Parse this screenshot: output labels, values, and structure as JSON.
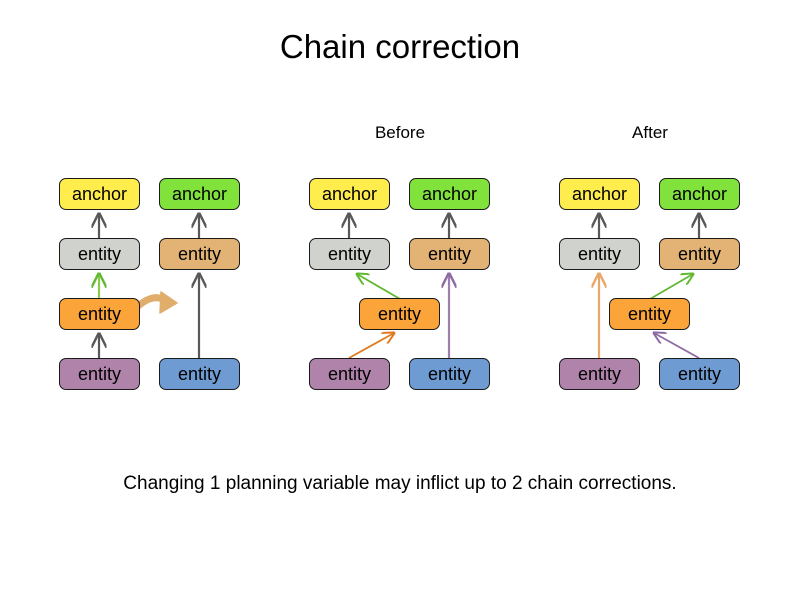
{
  "slide": {
    "title": "Chain correction",
    "caption": "Changing 1 planning variable may inflict up to 2 chain corrections.",
    "background_color": "#ffffff"
  },
  "labels": {
    "before": "Before",
    "after": "After"
  },
  "node_labels": {
    "anchor": "anchor",
    "entity": "entity"
  },
  "colors": {
    "anchor_yellow": "#ffec4d",
    "anchor_green": "#80e23b",
    "entity_gray": "#d0d3cd",
    "entity_tan": "#e3b376",
    "entity_orange": "#fba439",
    "entity_purple": "#b083ab",
    "entity_blue": "#6e9bd2",
    "edge_default": "#595959",
    "edge_green": "#63b832",
    "edge_orange_dark": "#e07b1e",
    "edge_orange_light": "#e8a768",
    "edge_purple": "#8d6aa0",
    "move_arrow": "#e0ad6b",
    "node_border": "#1a1a1a",
    "text": "#000000"
  },
  "panels": [
    {
      "name": "initial",
      "label": "",
      "nodes": [
        {
          "id": "p1-anchor-yellow",
          "type": "anchor",
          "color": "anchor_yellow",
          "label": "anchor"
        },
        {
          "id": "p1-anchor-green",
          "type": "anchor",
          "color": "anchor_green",
          "label": "anchor"
        },
        {
          "id": "p1-entity-gray",
          "type": "entity",
          "color": "entity_gray",
          "label": "entity"
        },
        {
          "id": "p1-entity-tan",
          "type": "entity",
          "color": "entity_tan",
          "label": "entity"
        },
        {
          "id": "p1-entity-orange",
          "type": "entity",
          "color": "entity_orange",
          "label": "entity"
        },
        {
          "id": "p1-entity-purple",
          "type": "entity",
          "color": "entity_purple",
          "label": "entity"
        },
        {
          "id": "p1-entity-blue",
          "type": "entity",
          "color": "entity_blue",
          "label": "entity"
        }
      ],
      "edges": [
        {
          "from": "p1-entity-gray",
          "to": "p1-anchor-yellow",
          "color": "edge_default"
        },
        {
          "from": "p1-entity-tan",
          "to": "p1-anchor-green",
          "color": "edge_default"
        },
        {
          "from": "p1-entity-orange",
          "to": "p1-entity-gray",
          "color": "edge_green"
        },
        {
          "from": "p1-entity-purple",
          "to": "p1-entity-orange",
          "color": "edge_default"
        },
        {
          "from": "p1-entity-blue",
          "to": "p1-entity-tan",
          "color": "edge_default"
        }
      ],
      "move_arrow": {
        "from": "p1-entity-orange",
        "direction": "right",
        "color": "move_arrow"
      }
    },
    {
      "name": "before",
      "label": "Before",
      "nodes": [
        {
          "id": "p2-anchor-yellow",
          "type": "anchor",
          "color": "anchor_yellow",
          "label": "anchor"
        },
        {
          "id": "p2-anchor-green",
          "type": "anchor",
          "color": "anchor_green",
          "label": "anchor"
        },
        {
          "id": "p2-entity-gray",
          "type": "entity",
          "color": "entity_gray",
          "label": "entity"
        },
        {
          "id": "p2-entity-tan",
          "type": "entity",
          "color": "entity_tan",
          "label": "entity"
        },
        {
          "id": "p2-entity-orange",
          "type": "entity",
          "color": "entity_orange",
          "label": "entity"
        },
        {
          "id": "p2-entity-purple",
          "type": "entity",
          "color": "entity_purple",
          "label": "entity"
        },
        {
          "id": "p2-entity-blue",
          "type": "entity",
          "color": "entity_blue",
          "label": "entity"
        }
      ],
      "edges": [
        {
          "from": "p2-entity-gray",
          "to": "p2-anchor-yellow",
          "color": "edge_default"
        },
        {
          "from": "p2-entity-tan",
          "to": "p2-anchor-green",
          "color": "edge_default"
        },
        {
          "from": "p2-entity-orange",
          "to": "p2-entity-gray",
          "color": "edge_green"
        },
        {
          "from": "p2-entity-purple",
          "to": "p2-entity-orange",
          "color": "edge_orange_dark"
        },
        {
          "from": "p2-entity-blue",
          "to": "p2-entity-tan",
          "color": "edge_purple"
        }
      ],
      "move_arrow": null
    },
    {
      "name": "after",
      "label": "After",
      "nodes": [
        {
          "id": "p3-anchor-yellow",
          "type": "anchor",
          "color": "anchor_yellow",
          "label": "anchor"
        },
        {
          "id": "p3-anchor-green",
          "type": "anchor",
          "color": "anchor_green",
          "label": "anchor"
        },
        {
          "id": "p3-entity-gray",
          "type": "entity",
          "color": "entity_gray",
          "label": "entity"
        },
        {
          "id": "p3-entity-tan",
          "type": "entity",
          "color": "entity_tan",
          "label": "entity"
        },
        {
          "id": "p3-entity-orange",
          "type": "entity",
          "color": "entity_orange",
          "label": "entity"
        },
        {
          "id": "p3-entity-purple",
          "type": "entity",
          "color": "entity_purple",
          "label": "entity"
        },
        {
          "id": "p3-entity-blue",
          "type": "entity",
          "color": "entity_blue",
          "label": "entity"
        }
      ],
      "edges": [
        {
          "from": "p3-entity-gray",
          "to": "p3-anchor-yellow",
          "color": "edge_default"
        },
        {
          "from": "p3-entity-tan",
          "to": "p3-anchor-green",
          "color": "edge_default"
        },
        {
          "from": "p3-entity-purple",
          "to": "p3-entity-gray",
          "color": "edge_orange_light"
        },
        {
          "from": "p3-entity-orange",
          "to": "p3-entity-tan",
          "color": "edge_green"
        },
        {
          "from": "p3-entity-blue",
          "to": "p3-entity-orange",
          "color": "edge_purple"
        }
      ],
      "move_arrow": null
    }
  ]
}
